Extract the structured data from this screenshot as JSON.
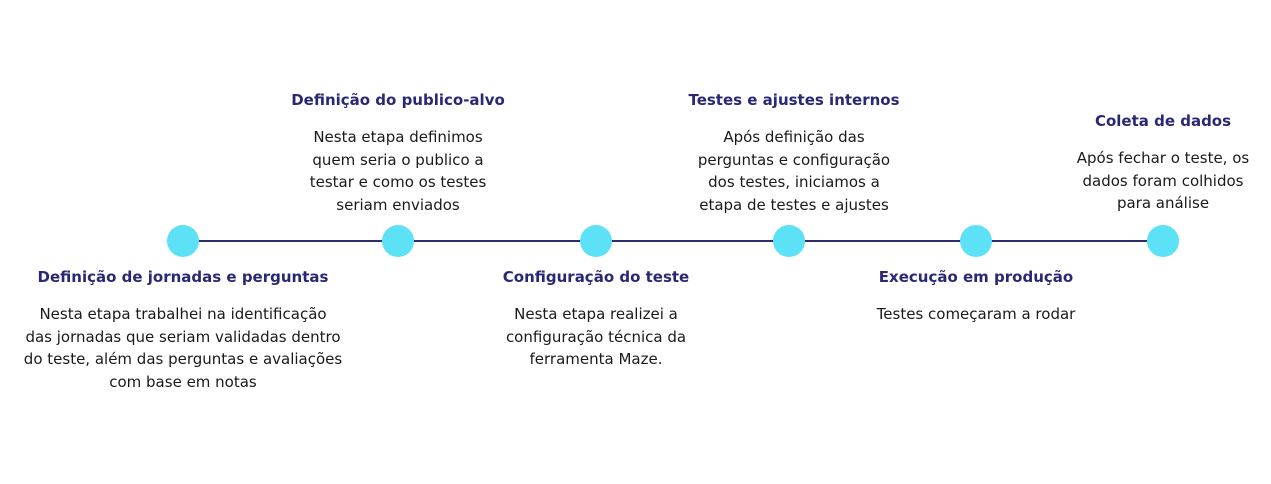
{
  "colors": {
    "line": "#2d2f6b",
    "dot": "#5ce1f7",
    "title": "#2a2875",
    "text": "#1a1a1a"
  },
  "steps": [
    {
      "title": "Definição de jornadas e perguntas",
      "description": "Nesta etapa trabalhei na identificação\ndas jornadas que seriam validadas dentro\ndo teste, além das perguntas e avaliações\ncom base em notas"
    },
    {
      "title": "Definição do publico-alvo",
      "description": "Nesta etapa definimos\nquem seria o publico a\ntestar e como os testes\nseriam enviados"
    },
    {
      "title": "Configuração do teste",
      "description": "Nesta etapa realizei a\nconfiguração técnica da\nferramenta Maze."
    },
    {
      "title": "Testes e ajustes internos",
      "description": "Após definição das\nperguntas e configuração\ndos testes, iniciamos a\netapa de testes e ajustes"
    },
    {
      "title": "Execução em produção",
      "description": "Testes começaram a rodar"
    },
    {
      "title": "Coleta de dados",
      "description": "Após fechar o teste, os\ndados foram colhidos\npara análise"
    }
  ]
}
